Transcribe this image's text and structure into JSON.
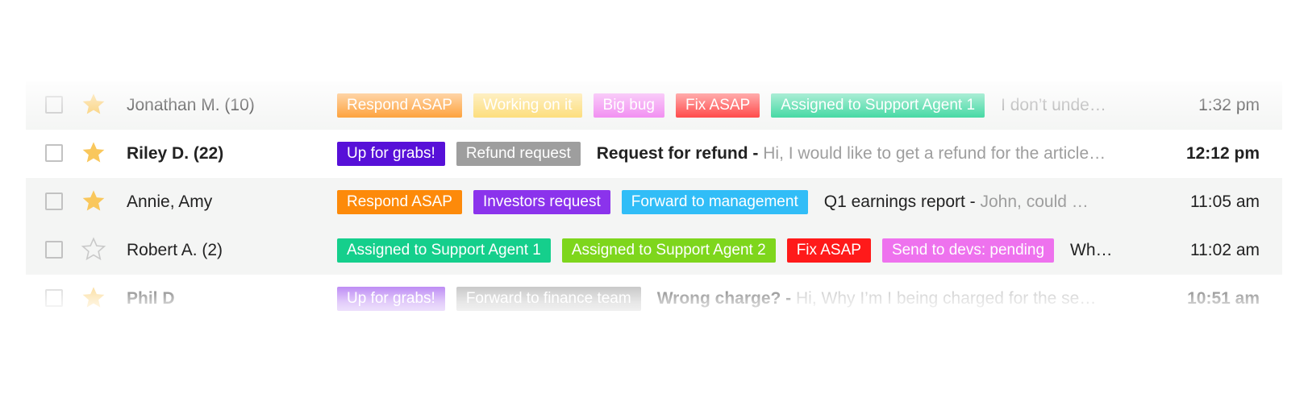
{
  "colors": {
    "star_filled": "#f9c75c",
    "star_empty": "#c9c9c9",
    "row_read_bg": "#f4f5f4",
    "row_unread_bg": "#ffffff",
    "snippet": "#9e9e9e"
  },
  "emails": [
    {
      "sender": "Jonathan M. (10)",
      "starred": true,
      "unread": false,
      "tags": [
        {
          "label": "Respond ASAP",
          "color": "#fd8a0a"
        },
        {
          "label": "Working on it",
          "color": "#fcd55a"
        },
        {
          "label": "Big bug",
          "color": "#ee72ee"
        },
        {
          "label": "Fix ASAP",
          "color": "#ff1a1a"
        },
        {
          "label": "Assigned to Support Agent 1",
          "color": "#15cf8c"
        }
      ],
      "subject": "",
      "snippet": "I don’t unde…",
      "time": "1:32 pm"
    },
    {
      "sender": "Riley D. (22)",
      "starred": true,
      "unread": true,
      "tags": [
        {
          "label": "Up for grabs!",
          "color": "#5710d8"
        },
        {
          "label": "Refund request",
          "color": "#9e9e9e"
        }
      ],
      "subject": "Request for refund - ",
      "snippet": "Hi, I would like to get a refund for the article…",
      "time": "12:12 pm"
    },
    {
      "sender": "Annie, Amy",
      "starred": true,
      "unread": false,
      "tags": [
        {
          "label": "Respond ASAP",
          "color": "#fd8a0a"
        },
        {
          "label": "Investors request",
          "color": "#8b33ec"
        },
        {
          "label": "Forward to management",
          "color": "#31bdf7"
        }
      ],
      "subject": "Q1 earnings report - ",
      "snippet": "John, could …",
      "time": "11:05 am"
    },
    {
      "sender": "Robert A. (2)",
      "starred": false,
      "unread": false,
      "tags": [
        {
          "label": "Assigned to Support Agent 1",
          "color": "#15cf8c"
        },
        {
          "label": "Assigned to Support Agent 2",
          "color": "#7ed61c"
        },
        {
          "label": "Fix ASAP",
          "color": "#ff1a1a"
        },
        {
          "label": "Send to devs: pending",
          "color": "#ee72ee"
        }
      ],
      "subject": "Wh…",
      "snippet": "",
      "time": "11:02 am"
    },
    {
      "sender": "Phil D",
      "starred": true,
      "unread": true,
      "tags": [
        {
          "label": "Up for grabs!",
          "color": "#8b33ec"
        },
        {
          "label": "Forward to finance team",
          "color": "#9e9e9e"
        }
      ],
      "subject": "Wrong charge? - ",
      "snippet": "Hi, Why I’m I being charged for the se…",
      "time": "10:51 am"
    }
  ]
}
